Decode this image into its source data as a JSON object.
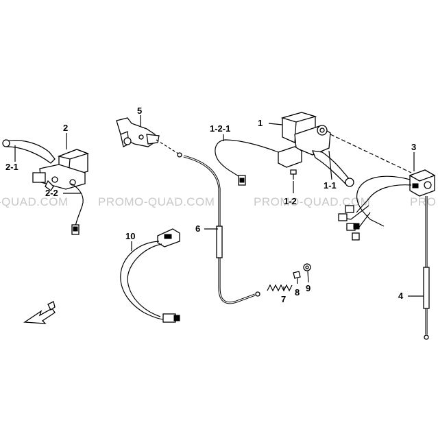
{
  "watermark": {
    "left": "-QUAD.COM",
    "center": "PROMO-QUAD.COM",
    "right": "PROMO-QUAD.COM",
    "edge": "PRO"
  },
  "callouts": {
    "c1": "1",
    "c1_1": "1-1",
    "c1_2": "1-2",
    "c1_2_1": "1-2-1",
    "c2": "2",
    "c2_1": "2-1",
    "c2_2": "2-2",
    "c3": "3",
    "c4": "4",
    "c5": "5",
    "c6": "6",
    "c7": "7",
    "c8": "8",
    "c9": "9",
    "c10": "10"
  }
}
